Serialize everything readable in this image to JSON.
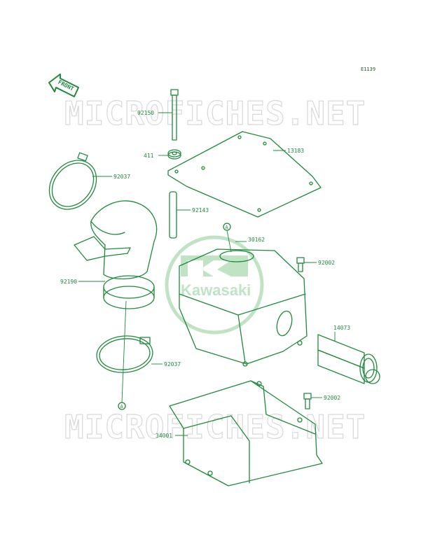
{
  "diagram": {
    "page_code": "E1139",
    "front_label": "FRONT",
    "watermark_text": "MICROFICHES.NET",
    "logo_text": "Kawasaki",
    "reference_marker": "A",
    "colors": {
      "line": "#1e8a3c",
      "watermark": "#d8d8d8",
      "logo": "#bfe3c3"
    },
    "parts": [
      {
        "number": "92150"
      },
      {
        "number": "411"
      },
      {
        "number": "13183"
      },
      {
        "number": "92037"
      },
      {
        "number": "92143"
      },
      {
        "number": "30162"
      },
      {
        "number": "92002"
      },
      {
        "number": "92190"
      },
      {
        "number": "14073"
      },
      {
        "number": "92037"
      },
      {
        "number": "92002"
      },
      {
        "number": "34001"
      }
    ]
  }
}
